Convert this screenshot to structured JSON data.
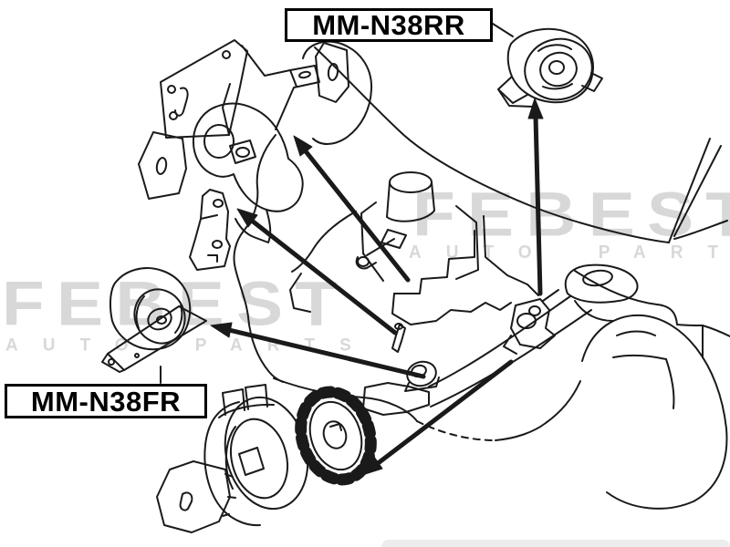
{
  "page": {
    "background_color": "#ffffff",
    "line_color": "#1a1a1a",
    "type": "auto-parts exploded diagram"
  },
  "labels": {
    "rear_mount": "MM-N38RR",
    "front_mount": "MM-N38FR",
    "border_color": "#000000"
  },
  "watermark": {
    "brand": "FEBEST",
    "tagline": "AUTO PARTS",
    "color": "#d8d8d8"
  },
  "diagram": {
    "parts_icons": [
      "engine-bracket-plate-icon",
      "upper-engine-mount-icon",
      "shim-plate-upper-icon",
      "shim-plate-lower-icon",
      "small-bracket-icon",
      "rear-engine-mount-icon",
      "front-engine-mount-icon",
      "mount-housing-icon",
      "toothed-disc-icon",
      "cover-plate-icon",
      "car-engine-bay-outline",
      "subframe-and-wheel-arch-outline"
    ],
    "arrow_count": 5
  }
}
